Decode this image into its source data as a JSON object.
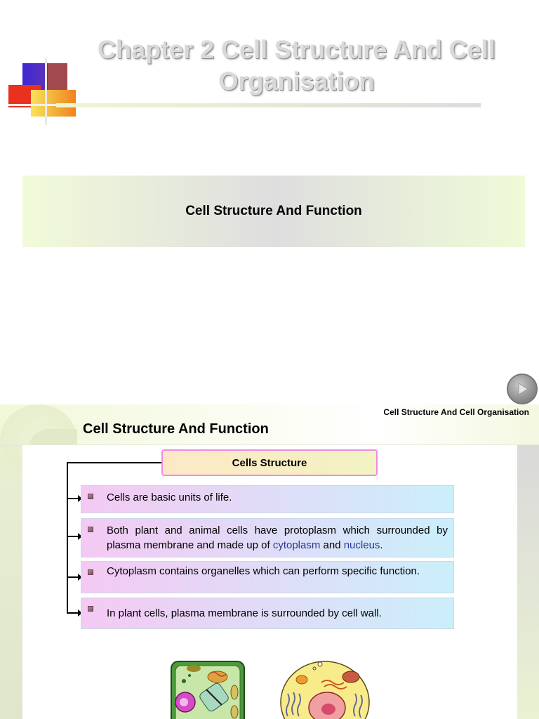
{
  "slide1": {
    "title": "Chapter 2 Cell Structure And Cell Organisation",
    "subtitle": "Cell Structure And Function",
    "next_button_icon": "play-icon"
  },
  "slide2": {
    "footer_title": "Cell Structure And Cell Organisation",
    "heading": "Cell Structure And Function",
    "cells_structure_label": "Cells Structure",
    "bullets": [
      {
        "text": "Cells are basic units of life."
      },
      {
        "before": "Both plant and animal cells have protoplasm which surrounded by plasma membrane and made up of ",
        "term1": "cytoplasm",
        "mid": " and ",
        "term2": "nucleus",
        "after": "."
      },
      {
        "text": "Cytoplasm contains organelles which can perform specific function."
      },
      {
        "text": "In plant cells, plasma membrane is surrounded by cell wall."
      }
    ],
    "images": [
      "plant-cell-diagram",
      "animal-cell-diagram"
    ]
  },
  "colors": {
    "logo_red": "#e8321e",
    "logo_blue": "#3c28d4",
    "logo_orange": "#f0821e",
    "logo_yellow": "#f8ee78",
    "highlight_term": "#2a3a90",
    "cells_box_border": "#f08ce0"
  }
}
